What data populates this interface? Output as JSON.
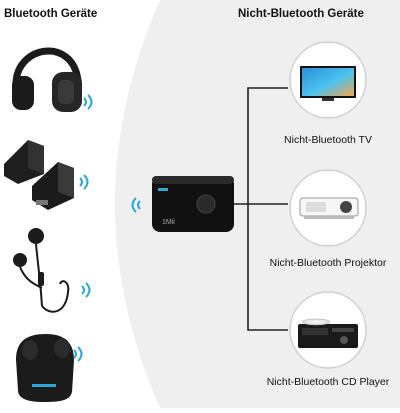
{
  "left_title": "Bluetooth Geräte",
  "right_title": "Nicht-Bluetooth Geräte",
  "devices": [
    {
      "icon": "headphones-icon",
      "label": ""
    },
    {
      "icon": "speakers-icon",
      "label": ""
    },
    {
      "icon": "earphones-icon",
      "label": ""
    },
    {
      "icon": "earbuds-icon",
      "label": ""
    }
  ],
  "targets": [
    {
      "icon": "tv-icon",
      "label": "Nicht-Bluetooth TV"
    },
    {
      "icon": "projector-icon",
      "label": "Nicht-Bluetooth Projektor"
    },
    {
      "icon": "cd-player-icon",
      "label": "Nicht-Bluetooth CD Player"
    }
  ],
  "adapter": {
    "icon": "bluetooth-adapter-icon",
    "brand": "1Mii"
  },
  "colors": {
    "panel": "#efefef",
    "line": "#222222",
    "wave": "#2aa7d8",
    "device": "#1b1b1b"
  }
}
